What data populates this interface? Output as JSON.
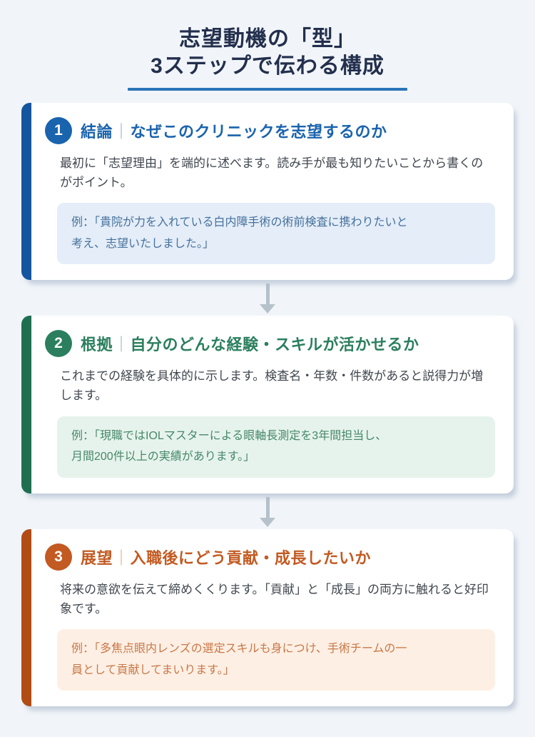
{
  "page": {
    "background": "#f1f5f9",
    "title_line1": "志望動機の「型」",
    "title_line2": "3ステップで伝わる構成",
    "title_color": "#232f4d",
    "underline_color": "#2b74b8",
    "arrow_color": "#b5c1cb",
    "body_text_color": "#40474f",
    "card_background": "#ffffff"
  },
  "steps": [
    {
      "number": "1",
      "label": "結論",
      "separator": "｜",
      "heading": "なぜこのクリニックを志望するのか",
      "body": "最初に「志望理由」を端的に述べます。読み手が最も知りたいことから書くのがポイント。",
      "example_line1": "例：「貴院が力を入れている白内障手術の術前検査に携わりたいと",
      "example_line2": "考え、志望いたしました。」",
      "colors": {
        "bar": "#15559f",
        "accent": "#1a63ad",
        "separator": "#7aa6d4",
        "example_bg": "#e4edf8",
        "example_text": "#46719c"
      }
    },
    {
      "number": "2",
      "label": "根拠",
      "separator": "｜",
      "heading": "自分のどんな経験・スキルが活かせるか",
      "body": "これまでの経験を具体的に示します。検査名・年数・件数があると説得力が増します。",
      "example_line1": "例：「現職ではIOLマスターによる眼軸長測定を3年間担当し、",
      "example_line2": "月間200件以上の実績があります。」",
      "colors": {
        "bar": "#1d6f50",
        "accent": "#2b7f5e",
        "separator": "#7fb59b",
        "example_bg": "#e6f3ec",
        "example_text": "#47886b"
      }
    },
    {
      "number": "3",
      "label": "展望",
      "separator": "｜",
      "heading": "入職後にどう貢献・成長したいか",
      "body": "将来の意欲を伝えて締めくくります。「貢献」と「成長」の両方に触れると好印象です。",
      "example_line1": "例：「多焦点眼内レンズの選定スキルも身につけ、手術チームの一",
      "example_line2": "員として貢献してまいります。」",
      "colors": {
        "bar": "#b24c15",
        "accent": "#c25a22",
        "separator": "#dd9c6b",
        "example_bg": "#fdefe4",
        "example_text": "#c97848"
      }
    }
  ]
}
